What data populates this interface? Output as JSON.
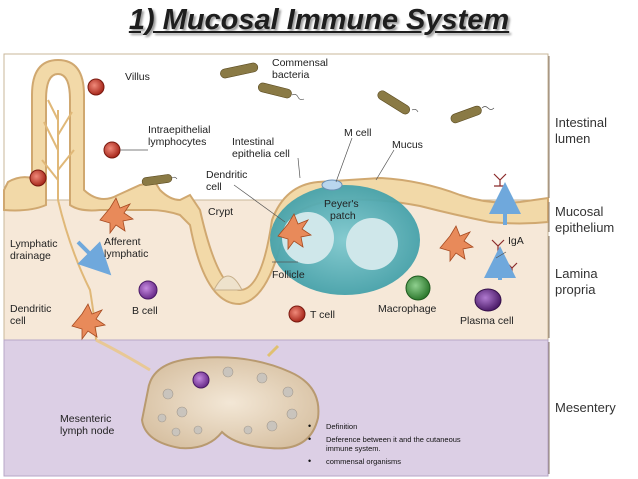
{
  "title": "1) Mucosal Immune System",
  "side_labels": {
    "intestinal_lumen_1": "Intestinal",
    "intestinal_lumen_2": "lumen",
    "mucosal_epithelium_1": "Mucosal",
    "mucosal_epithelium_2": "epithelium",
    "lamina_propria_1": "Lamina",
    "lamina_propria_2": "propria",
    "mesentery": "Mesentery"
  },
  "labels": {
    "villus": "Villus",
    "commensal_1": "Commensal",
    "commensal_2": "bacteria",
    "iel_1": "Intraepithelial",
    "iel_2": "lymphocytes",
    "iec_1": "Intestinal",
    "iec_2": "epithelia cell",
    "m_cell": "M cell",
    "mucus": "Mucus",
    "dendritic_1": "Dendritic",
    "dendritic_2": "cell",
    "crypt": "Crypt",
    "peyers_1": "Peyer's",
    "peyers_2": "patch",
    "lymph_drain_1": "Lymphatic",
    "lymph_drain_2": "drainage",
    "afferent_1": "Afferent",
    "afferent_2": "lymphatic",
    "follicle": "Follicle",
    "iga": "IgA",
    "dendritic_lp_1": "Dendritic",
    "dendritic_lp_2": "cell",
    "b_cell": "B cell",
    "t_cell": "T cell",
    "macrophage": "Macrophage",
    "plasma_cell": "Plasma cell",
    "lymph_node_1": "Mesenteric",
    "lymph_node_2": "lymph node"
  },
  "bullets": [
    "Definition",
    "Deference between it and the cutaneous immune system.",
    "commensal organisms"
  ],
  "colors": {
    "lamina": "#f4e6d6",
    "epithelium": "#f2d9a8",
    "mesentery": "#d9cde3",
    "peyers_patch": "#5fb6bd",
    "follicle": "#cfe6ea",
    "bacteria": "#7a6a3a",
    "t_cell": "#c0392b",
    "b_cell": "#8e44ad",
    "macrophage": "#3a8a3a",
    "plasma_cell": "#6a2c8a",
    "arrow": "#6fa8dc"
  }
}
